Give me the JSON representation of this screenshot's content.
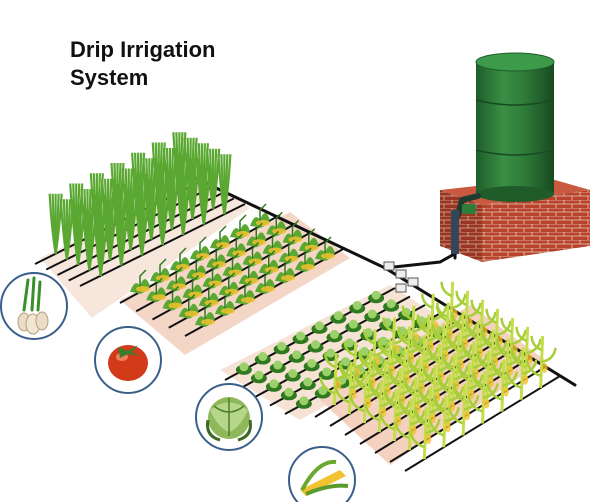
{
  "title": {
    "line1": "Drip Irrigation",
    "line2": "System"
  },
  "colors": {
    "tank": "#2f7d3a",
    "tank_dark": "#1f5c2a",
    "brick": "#b8432c",
    "brick_mortar": "#e9c9b8",
    "pipe": "#111111",
    "soil": "#f4d6c6",
    "leaf": "#5aa832",
    "leaf_dark": "#2f7a1f",
    "maize": "#c4dd4a",
    "flower": "#f2c230",
    "badge_ring": "#3a5f8a"
  },
  "crops": [
    {
      "name": "onion",
      "icon": "onion-icon"
    },
    {
      "name": "tomato",
      "icon": "tomato-icon"
    },
    {
      "name": "cabbage",
      "icon": "cabbage-icon"
    },
    {
      "name": "maize",
      "icon": "corn-icon"
    }
  ]
}
